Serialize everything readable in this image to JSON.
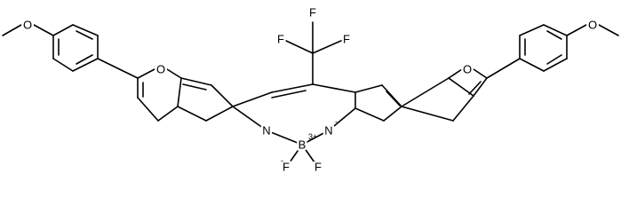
{
  "figure": {
    "atoms": {
      "o_left_ring": "O",
      "o_right_ring": "O",
      "o_left_methoxy": "O",
      "o_right_methoxy": "O",
      "n_left": "N",
      "n_right": "N",
      "n_right_charge": "-",
      "b_center": "B",
      "b_charge": "3+",
      "f_left": "F",
      "f_left_charge": "-",
      "f_right": "F",
      "f_right_charge": "-",
      "f_cf3_left": "F",
      "f_cf3_right": "F",
      "f_cf3_top": "F"
    }
  }
}
